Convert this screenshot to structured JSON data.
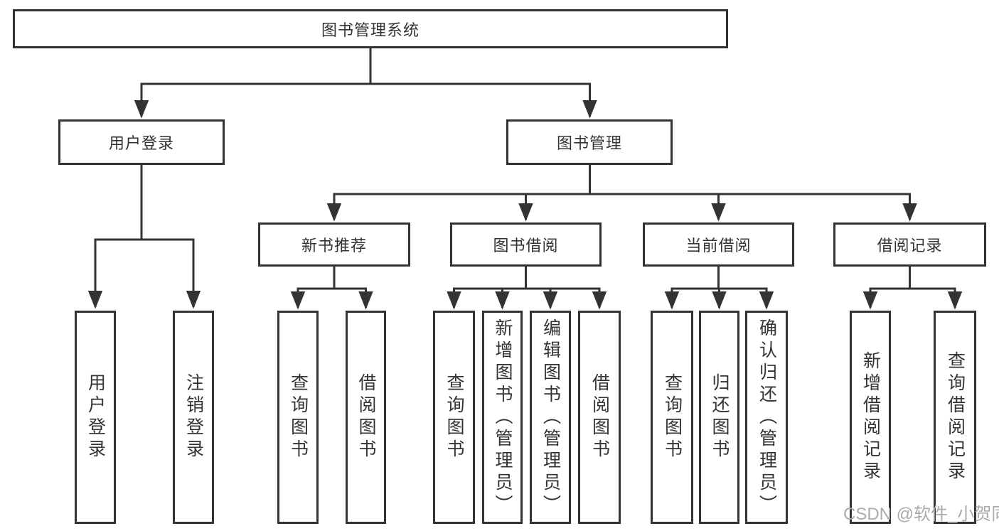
{
  "colors": {
    "line": "#333333",
    "box_border": "#333333",
    "text": "#333333",
    "background": "#ffffff",
    "watermark": "#aaaaaa"
  },
  "watermark": {
    "text": "CSDN @软件_小贺同学"
  },
  "tree": {
    "root": {
      "label": "图书管理系统"
    },
    "level2": [
      {
        "label": "用户登录"
      },
      {
        "label": "图书管理"
      }
    ],
    "level3": [
      {
        "label": "新书推荐",
        "parent": "图书管理"
      },
      {
        "label": "图书借阅",
        "parent": "图书管理"
      },
      {
        "label": "当前借阅",
        "parent": "图书管理"
      },
      {
        "label": "借阅记录",
        "parent": "图书管理"
      }
    ],
    "leaves": [
      {
        "label": "用户登录",
        "parent": "用户登录"
      },
      {
        "label": "注销登录",
        "parent": "用户登录"
      },
      {
        "label": "查询图书",
        "parent": "新书推荐"
      },
      {
        "label": "借阅图书",
        "parent": "新书推荐"
      },
      {
        "label": "查询图书",
        "parent": "图书借阅"
      },
      {
        "label": "新增图书（管理员）",
        "parent": "图书借阅"
      },
      {
        "label": "编辑图书（管理员）",
        "parent": "图书借阅"
      },
      {
        "label": "借阅图书",
        "parent": "图书借阅"
      },
      {
        "label": "查询图书",
        "parent": "当前借阅"
      },
      {
        "label": "归还图书",
        "parent": "当前借阅"
      },
      {
        "label": "确认归还（管理员）",
        "parent": "当前借阅"
      },
      {
        "label": "新增借阅记录",
        "parent": "借阅记录"
      },
      {
        "label": "查询借阅记录",
        "parent": "借阅记录"
      }
    ]
  }
}
